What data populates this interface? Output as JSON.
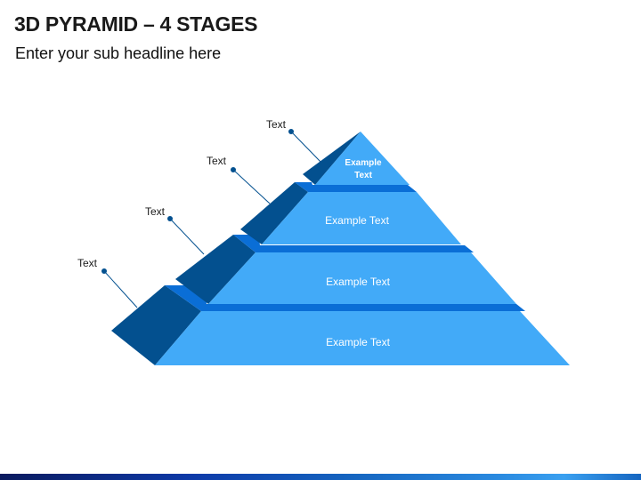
{
  "header": {
    "title": "3D PYRAMID – 4 STAGES",
    "subtitle": "Enter your sub headline here"
  },
  "pyramid": {
    "colors": {
      "front": "#42aaf8",
      "side": "#03508f",
      "ledge": "#0a6ed6",
      "connector": "#03508f"
    },
    "stages": [
      {
        "face_text_line1": "Example",
        "face_text_line2": "Text",
        "side_label": "Text"
      },
      {
        "face_text": "Example Text",
        "side_label": "Text"
      },
      {
        "face_text": "Example Text",
        "side_label": "Text"
      },
      {
        "face_text": "Example Text",
        "side_label": "Text"
      }
    ]
  }
}
